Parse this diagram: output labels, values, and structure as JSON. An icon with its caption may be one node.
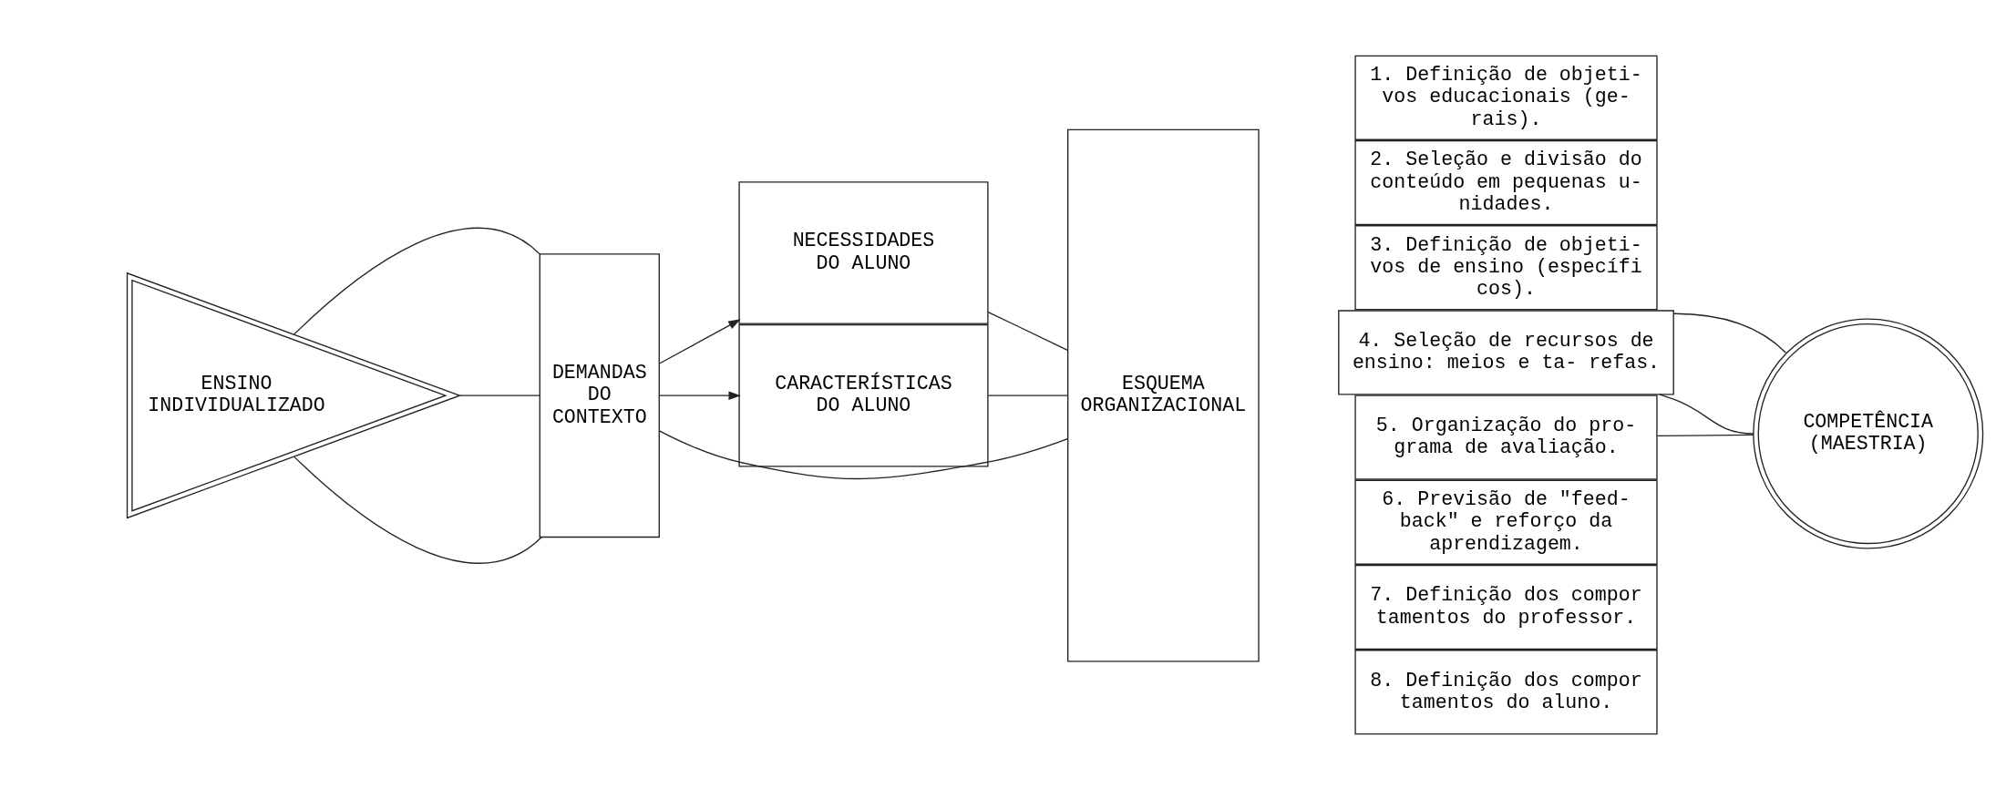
{
  "diagram": {
    "nodes": [
      {
        "text": [
          "ENSINO INDIVIDUALIZADO"
        ]
      },
      {
        "text": [
          "DEMANDAS DO CONTEXTO"
        ]
      },
      {
        "text": [
          "NECESSIDADES DO ALUNO"
        ]
      },
      {
        "text": [
          "CARACTERÍSTICAS DO ALUNO"
        ]
      },
      {
        "text": [
          "ESQUEMA ORGANIZACIONAL"
        ]
      },
      {
        "text": [
          "1. Definição de objeti- vos educacionais (ge- rais)."
        ]
      },
      {
        "text": [
          "2. Seleção e divisão do conteúdo em pequenas u- nidades."
        ]
      },
      {
        "text": [
          "3. Definição de objeti- vos de ensino (específi cos)."
        ]
      },
      {
        "text": [
          "4. Seleção de recursos de ensino: meios e ta- refas."
        ]
      },
      {
        "text": [
          "5. Organização do pro- grama de avaliação."
        ]
      },
      {
        "text": [
          "6. Previsão de \"feed- back\" e reforço da aprendizagem."
        ]
      },
      {
        "text": [
          "7. Definição dos compor tamentos do professor."
        ]
      },
      {
        "text": [
          "8. Definição dos compor tamentos do aluno."
        ]
      },
      {
        "text": [
          "COMPETÊNCIA (MAESTRIA)"
        ]
      }
    ],
    "edges": [
      {
        "from": 0,
        "to": 1,
        "arrow": "none"
      },
      {
        "from": 0,
        "to": 1,
        "arrow": "none"
      },
      {
        "from": 0,
        "to": 1,
        "arrow": "none"
      },
      {
        "from": 1,
        "to": 2,
        "arrow": "to"
      },
      {
        "from": 1,
        "to": 4,
        "arrow": "none"
      },
      {
        "from": 1,
        "to": 3,
        "arrow": "to"
      },
      {
        "from": 2,
        "to": 4,
        "arrow": "none"
      },
      {
        "from": 3,
        "to": 4,
        "arrow": "none"
      },
      {
        "from": 8,
        "to": 13,
        "arrow": "none"
      },
      {
        "from": 8,
        "to": 13,
        "arrow": "none"
      },
      {
        "from": 9,
        "to": 13,
        "arrow": "none"
      }
    ]
  }
}
